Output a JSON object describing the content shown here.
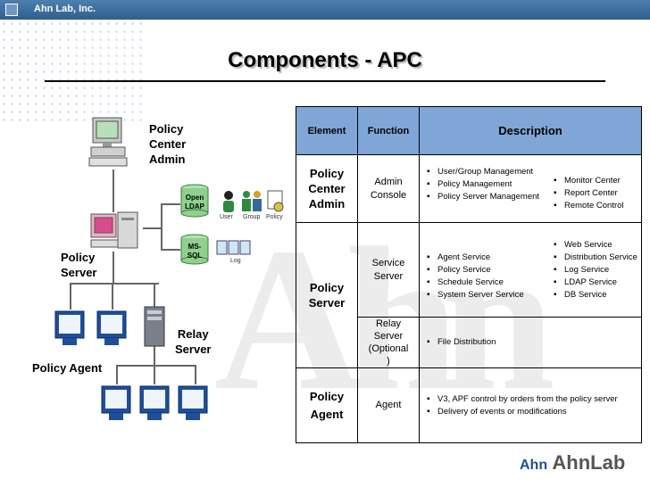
{
  "company": "Ahn Lab, Inc.",
  "title": "Components  - APC",
  "diagram": {
    "policy_center_admin": "Policy\nCenter\nAdmin",
    "policy_server": "Policy\nServer",
    "relay_server": "Relay\nServer",
    "policy_agent": "Policy Agent",
    "open_ldap": "Open\nLDAP",
    "ms_sql": "MS-\nSQL",
    "icon_user": "User",
    "icon_group": "Group",
    "icon_policy": "Policy",
    "icon_log": "Log"
  },
  "table": {
    "headers": {
      "element": "Element",
      "function": "Function",
      "description": "Description"
    },
    "rows": {
      "admin": {
        "element": "Policy\nCenter\nAdmin",
        "function": "Admin\nConsole",
        "col1": [
          "User/Group Management",
          "Policy Management",
          "Policy Server Management"
        ],
        "col2": [
          "Monitor Center",
          "Report Center",
          "Remote Control"
        ]
      },
      "server": {
        "element": "Policy\nServer",
        "function": "Service\nServer",
        "col1": [
          "Agent Service",
          "Policy Service",
          "Schedule Service",
          "System Server Service"
        ],
        "col2": [
          "Web Service",
          "Distribution Service",
          "Log Service",
          "LDAP Service",
          "DB Service"
        ]
      },
      "relay": {
        "function": "Relay\nServer\n(Optional\n)",
        "items": [
          "File Distribution"
        ]
      },
      "agent": {
        "element": "Policy\nAgent",
        "function": "Agent",
        "items": [
          "V3, APF control by orders from the policy server",
          "Delivery of events or modifications"
        ]
      }
    }
  },
  "logo": {
    "mark": "Ahn",
    "text": "AhnLab"
  },
  "colors": {
    "topbar": "#3f6f9f",
    "header": "#7fa6d7",
    "monitor": "#1e4f9a",
    "server": "#d94c8c"
  }
}
